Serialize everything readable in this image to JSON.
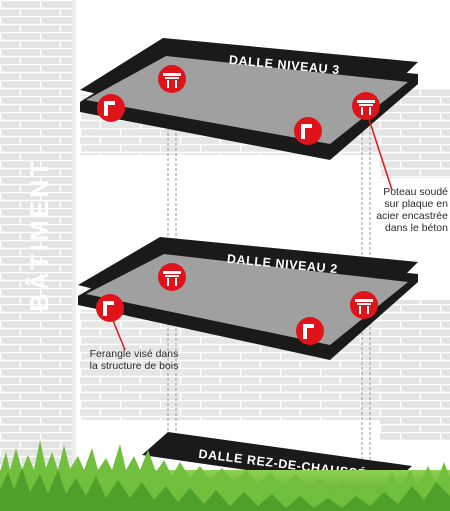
{
  "building_label": "BÂTIMENT",
  "slabs": {
    "niveau3": "DALLE NIVEAU 3",
    "niveau2": "DALLE NIVEAU 2",
    "rdc": "DALLE REZ-DE-CHAUSSÉ"
  },
  "callouts": {
    "poteau": "Poteau soudé sur plaque en acier encastrée dans le béton",
    "ferangle": "Ferangle visé dans la structure de bois"
  },
  "colors": {
    "wall": "#e3e3e3",
    "brick_line": "#ffffff",
    "slab_top": "#a0a0a0",
    "slab_edge": "#1a1a1a",
    "marker_red": "#e0121a",
    "post_line": "#9a9a9a",
    "grass": "#6fbe3c"
  },
  "icons": {
    "post_marker": "post-plate-icon",
    "angle_marker": "angle-bracket-icon"
  }
}
